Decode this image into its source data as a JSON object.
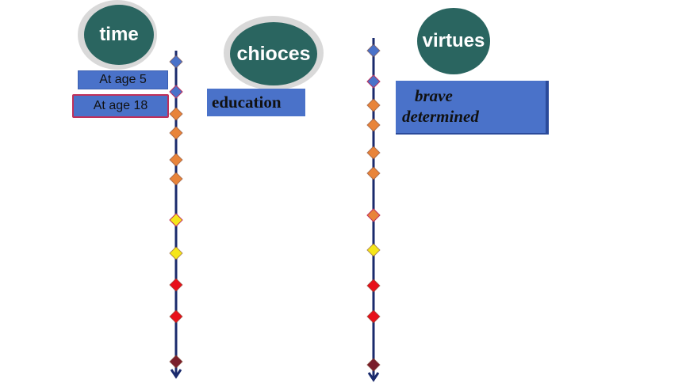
{
  "columns": {
    "time": {
      "title": "time",
      "labels": [
        "At age 5",
        "At age 18"
      ],
      "markers": [
        "#4a72c9",
        "#4a72c9",
        "#e8843a",
        "#e8843a",
        "#e8843a",
        "#e8843a",
        "#f5e61a",
        "#f5e61a",
        "#e8101a",
        "#e8101a",
        "#7a1e2a"
      ]
    },
    "choices": {
      "title": "chioces",
      "items": [
        "education"
      ]
    },
    "virtues": {
      "title": "virtues",
      "items": [
        "brave",
        "determined"
      ],
      "markers": [
        "#4a72c9",
        "#4a72c9",
        "#e8843a",
        "#e8843a",
        "#e8843a",
        "#e8843a",
        "#e8843a",
        "#f5e61a",
        "#e8101a",
        "#e8101a",
        "#7a1e2a"
      ]
    }
  },
  "colors": {
    "bubble": "#2a6560",
    "halo": "#d9d9d9",
    "axis": "#1a2a6c",
    "label_box": "#4a72c9",
    "label_border": "#c0305a"
  }
}
